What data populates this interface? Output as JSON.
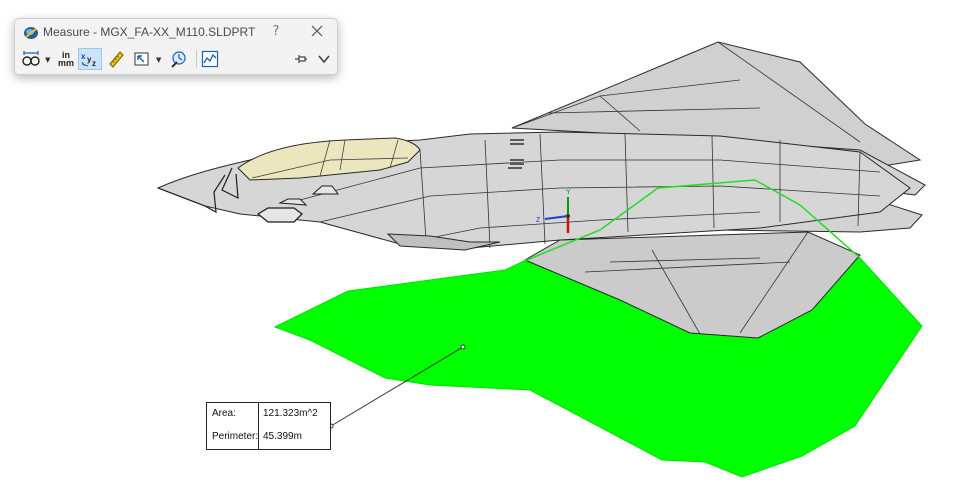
{
  "window": {
    "title": "Measure - MGX_FA-XX_M110.SLDPRT",
    "help_label": "?"
  },
  "toolbar": {
    "units_line1": "in",
    "units_line2": "mm",
    "xyz_label": "XYZ",
    "buttons": [
      "arc-circle-measurement",
      "units-precision",
      "show-xyz-measurements",
      "point-to-point",
      "projection",
      "measurement-history",
      "sensor",
      "pin",
      "collapse"
    ]
  },
  "triad": {
    "x_label": "Z",
    "y_label": "Y"
  },
  "measurement": {
    "area_label": "Area:",
    "area_value": "121.323m^2",
    "perimeter_label": "Perimeter:",
    "perimeter_value": "45.399m"
  },
  "colors": {
    "selection_fill": "#00ff00",
    "selection_edge": "#22dd22",
    "model_body": "#cfcfcf",
    "model_edges": "#2a2a2a",
    "canopy": "#efe9c0"
  }
}
